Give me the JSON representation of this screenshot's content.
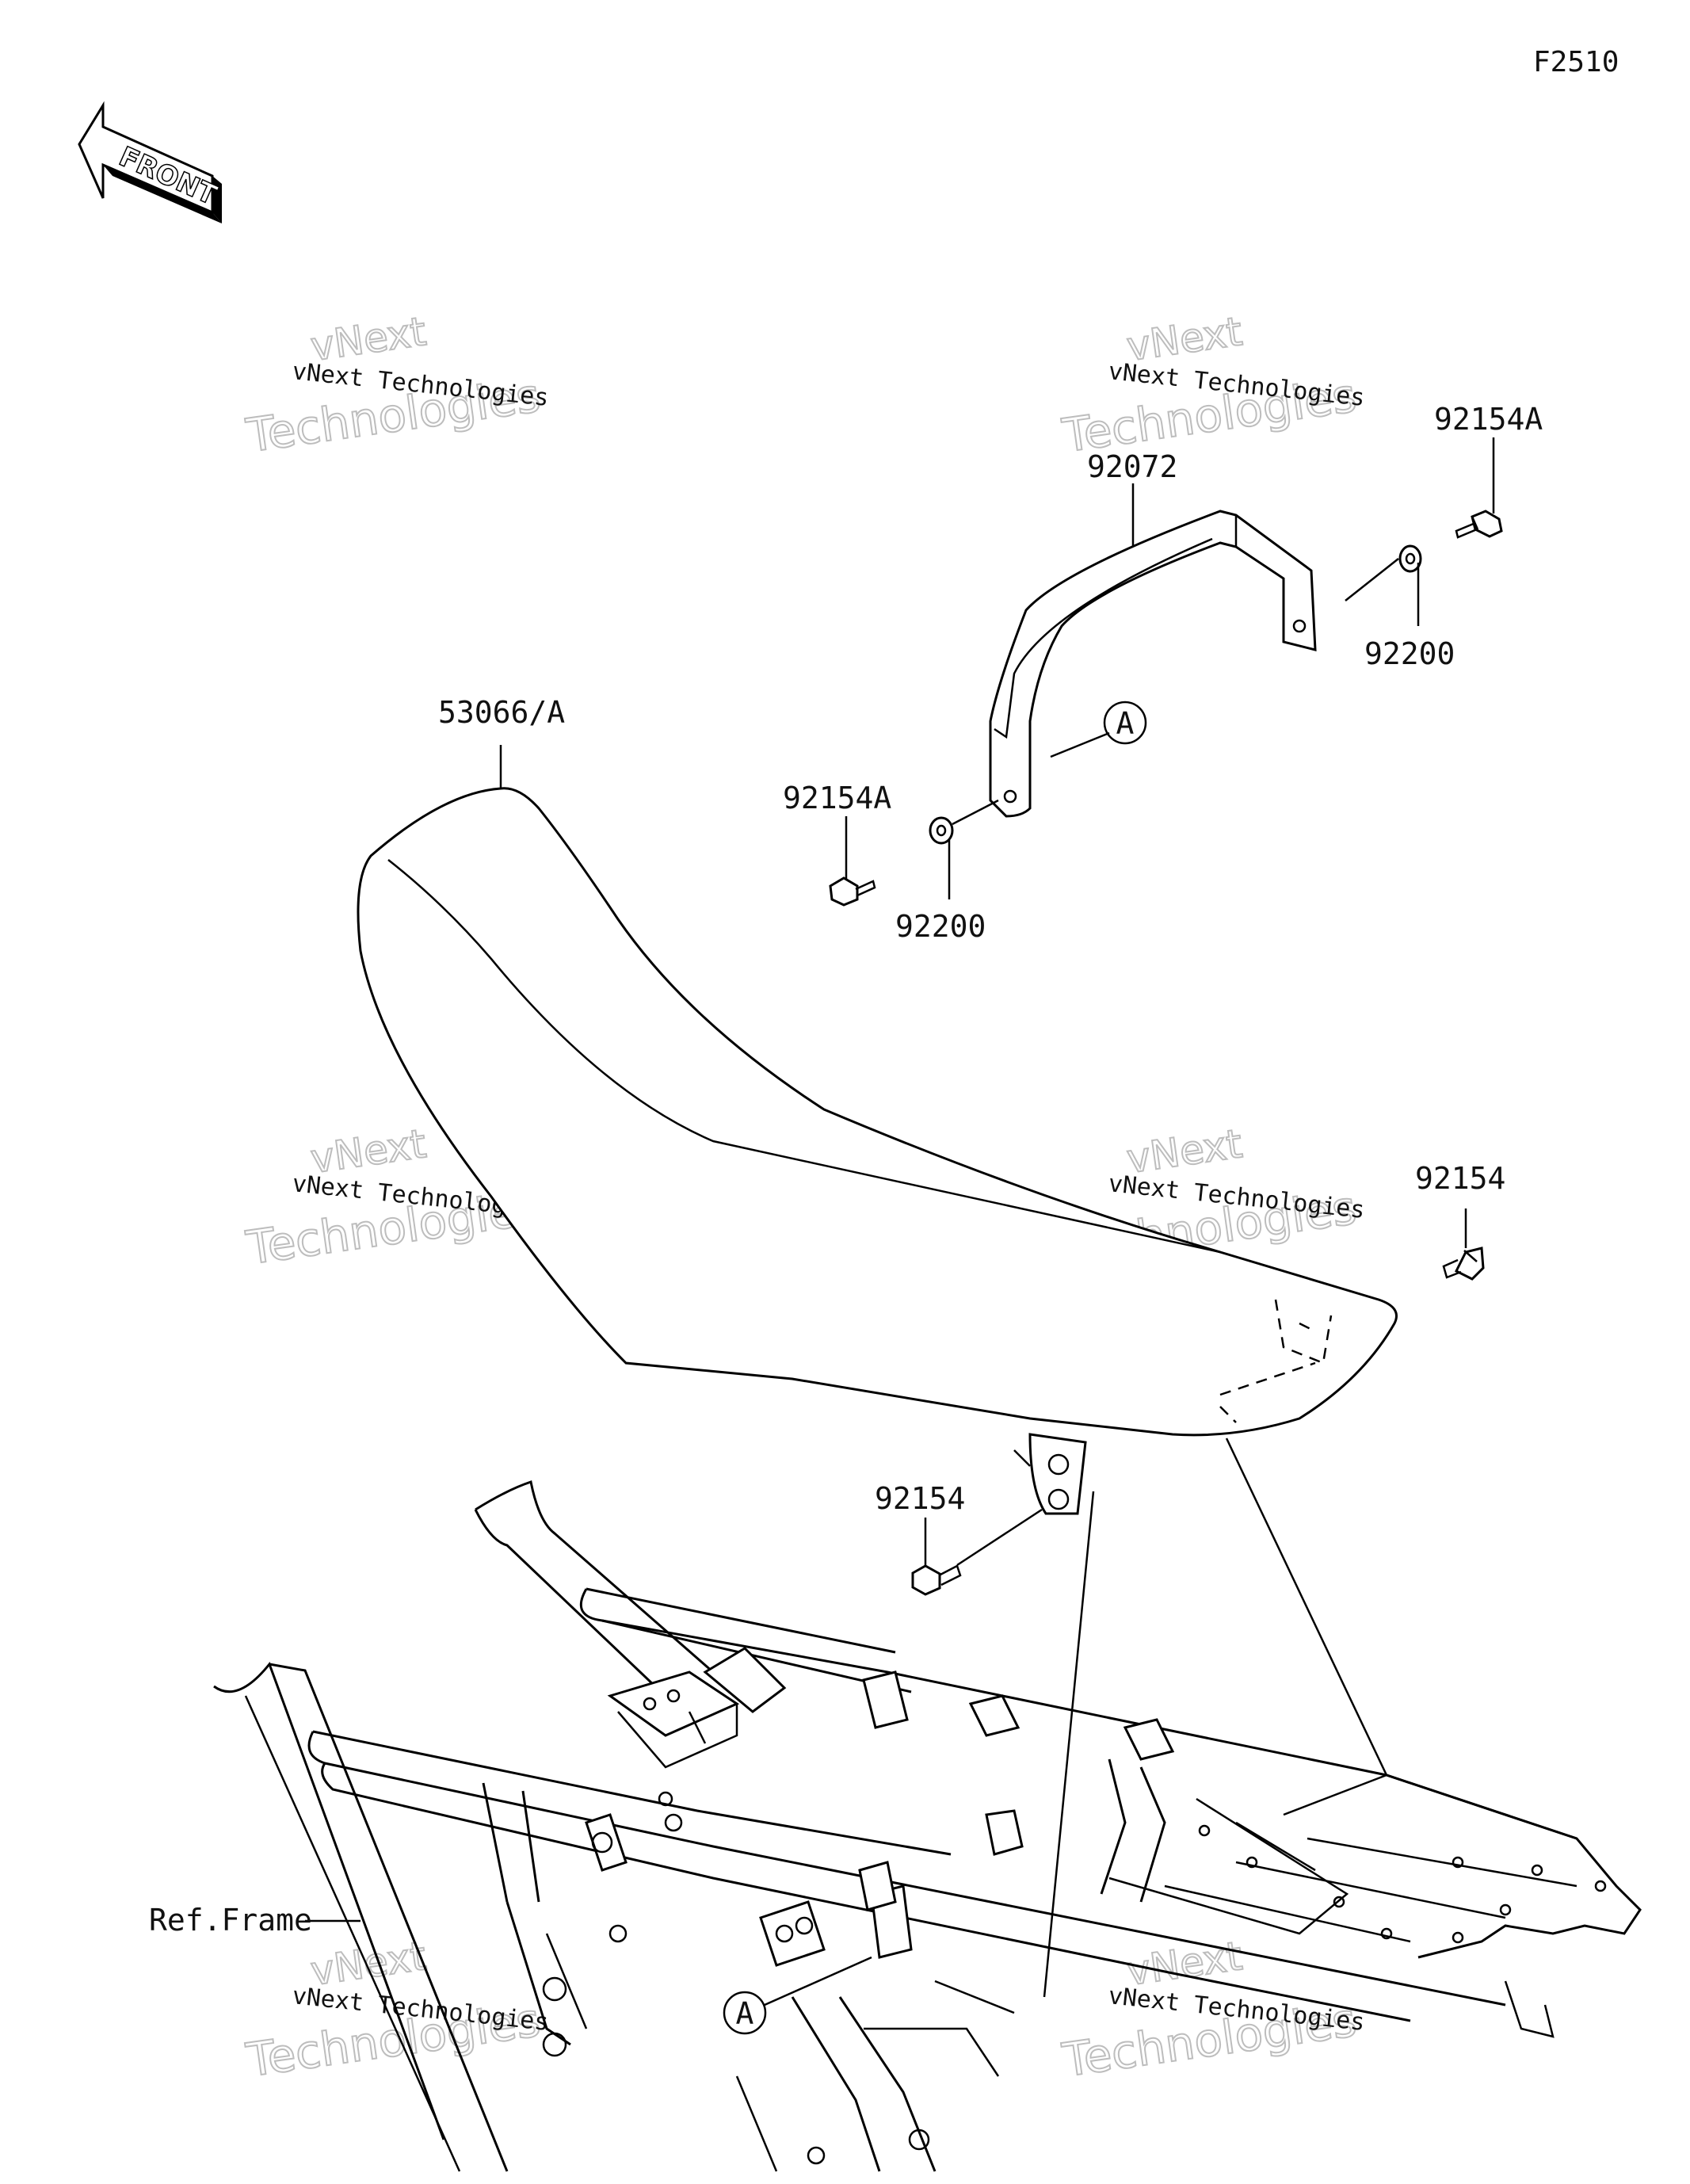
{
  "figure_number": "F2510",
  "front_label": "FRONT",
  "ref_label": "Ref.Frame",
  "ref_marker": "A",
  "callouts": {
    "seat": "53066/A",
    "grab_bar": "92072",
    "bolt_a_upper": "92154A",
    "washer_upper": "92200",
    "bolt_a_lower": "92154A",
    "washer_lower": "92200",
    "bolt_right": "92154",
    "bolt_bottom": "92154"
  },
  "watermark": {
    "line1": "vNext Technologies",
    "line2": "Technologies",
    "line3": "vNext"
  }
}
